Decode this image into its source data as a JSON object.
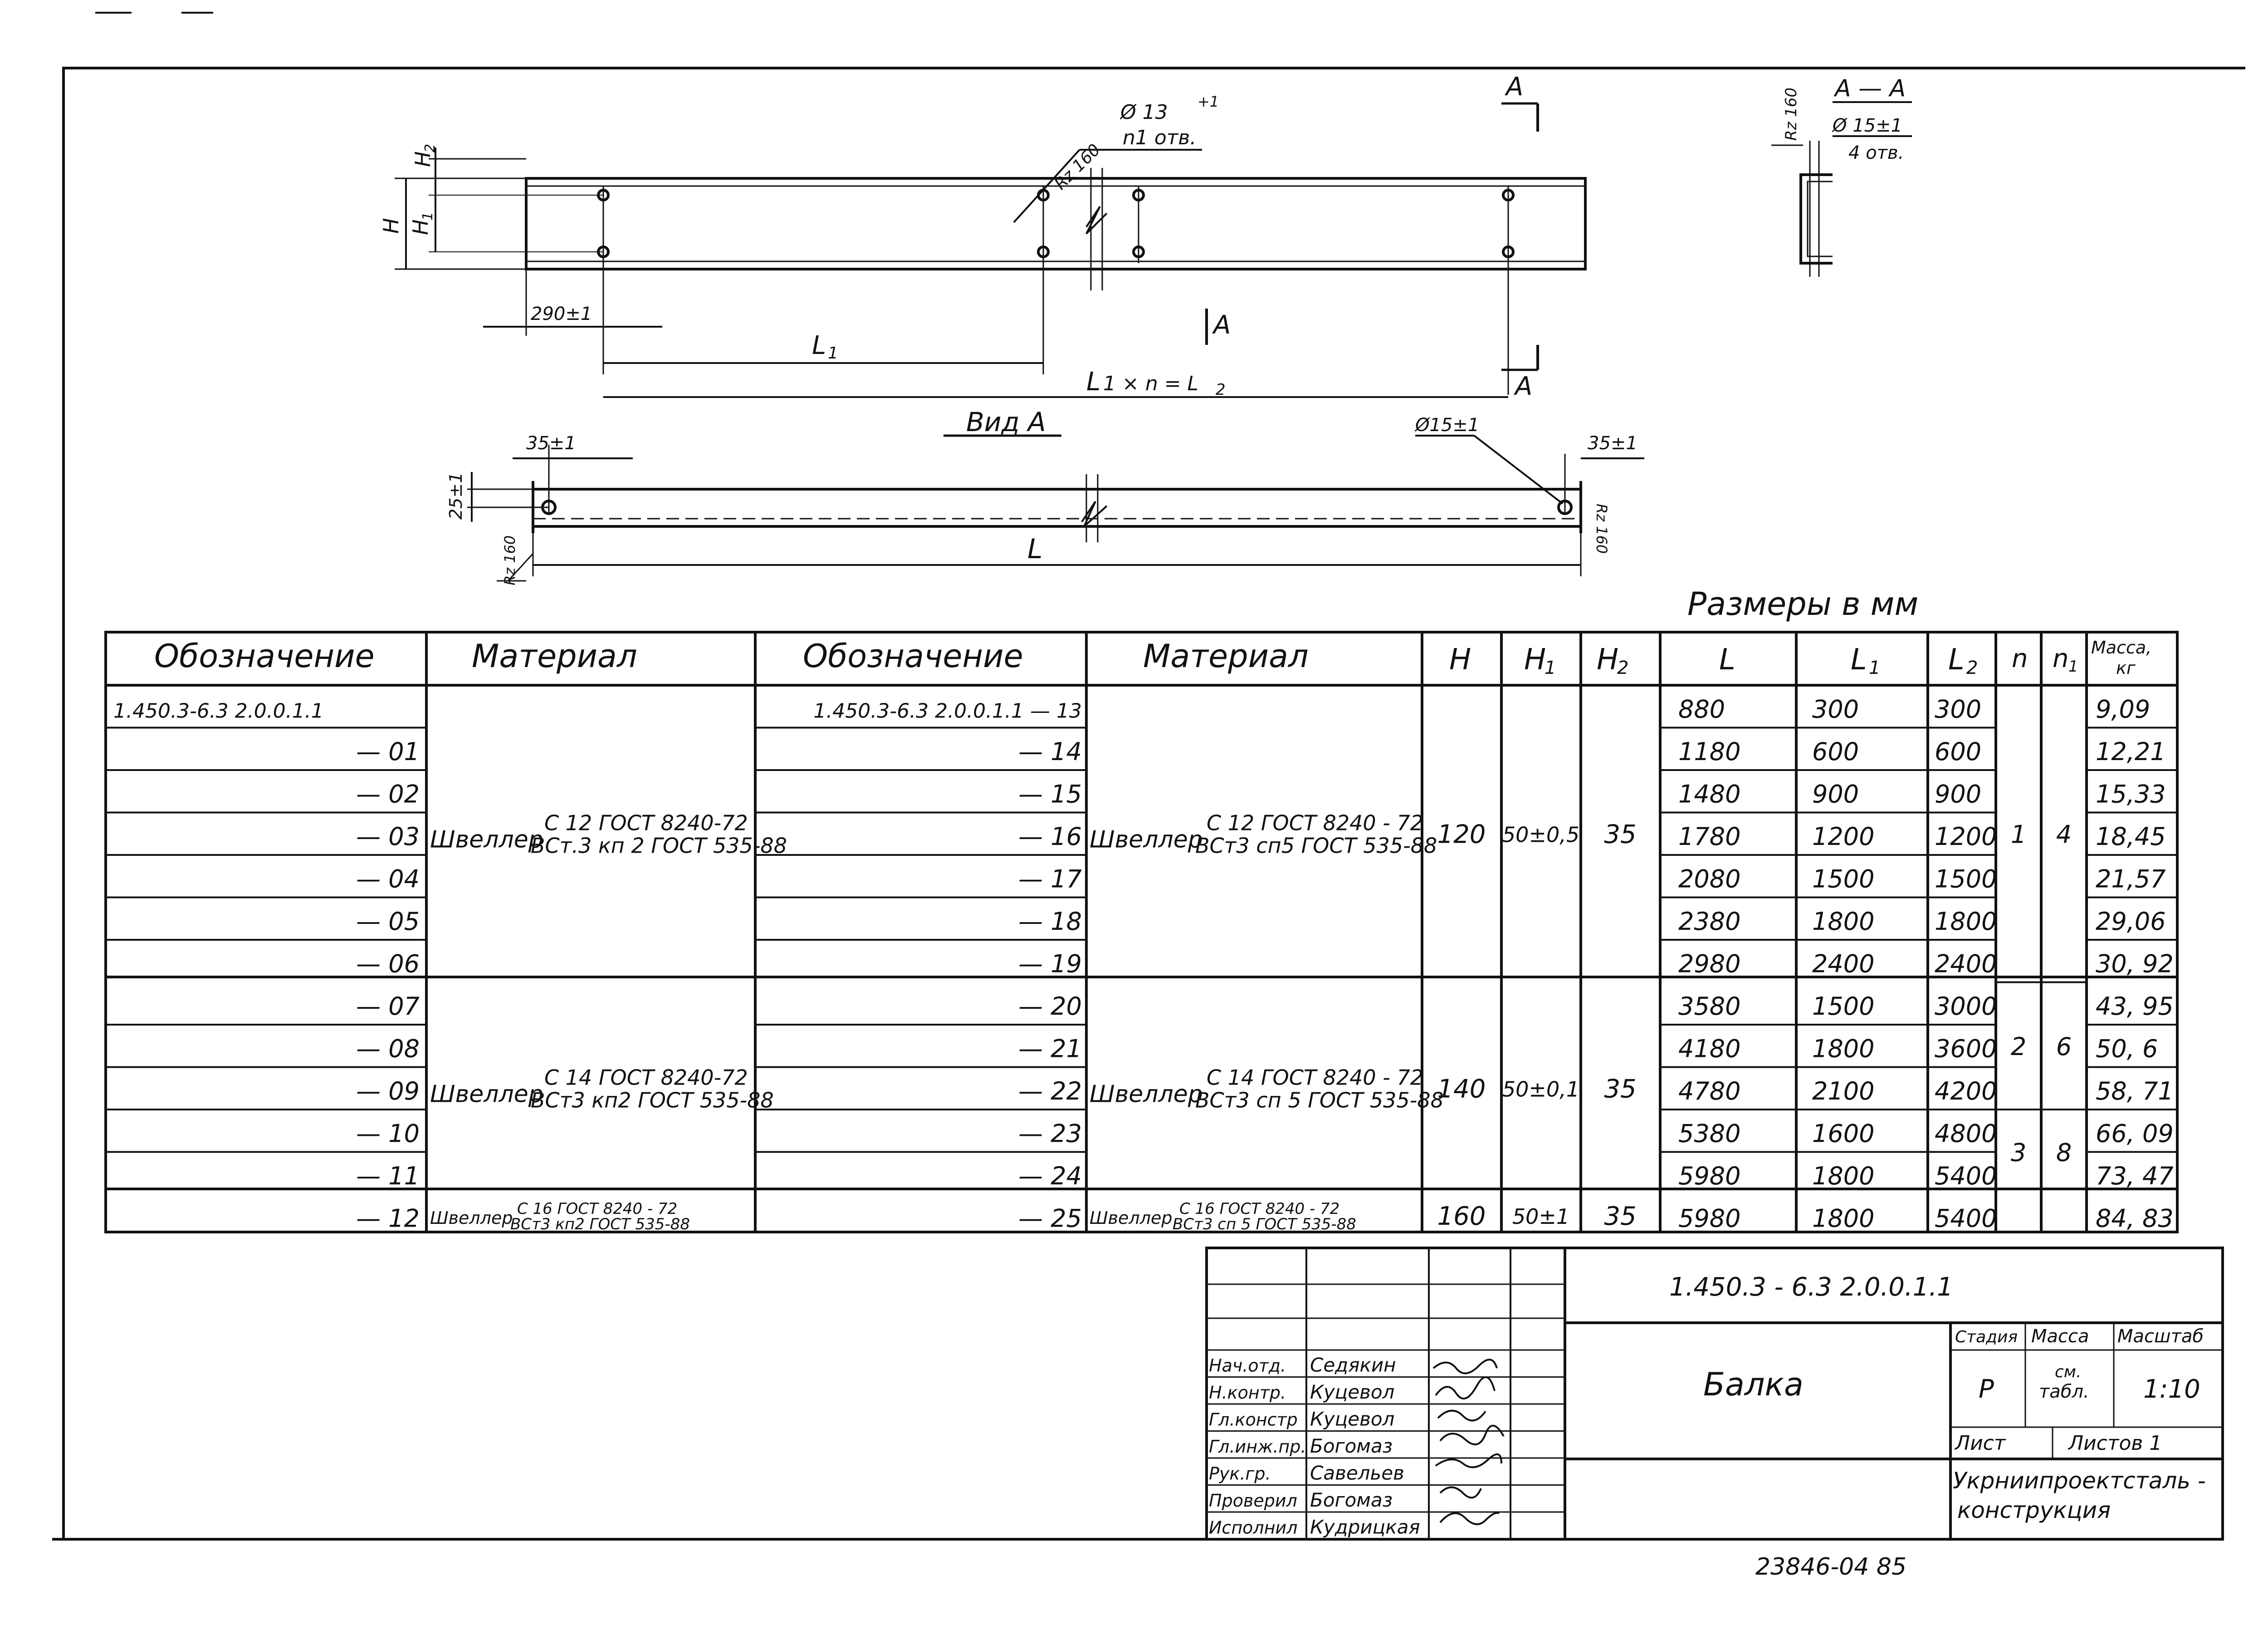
{
  "drawing": {
    "dims": {
      "H": "H",
      "H1": "H",
      "H1_sub": "1",
      "H2": "H",
      "H2_sub": "2",
      "rz_top": "Rz 160",
      "hole_dia_top": "Ø 13",
      "hole_tol_top": "+1",
      "hole_count_top": "n1 отв.",
      "offset_290": "290±1",
      "L1": "L",
      "L1_sub": "1",
      "L1xn": "L",
      "L1xn_mid": "1 × n = L",
      "L1xn_sub": "2",
      "section_mark": "A",
      "section_title": "A — A",
      "section_rz": "Rz 160",
      "section_hole": "Ø 15±1",
      "section_holes": "4 отв.",
      "view_title": "Вид A",
      "dim_35_left": "35±1",
      "dim_35_right": "35±1",
      "dim_25": "25±1",
      "hole_15": "Ø15±1",
      "rz_left": "Rz 160",
      "rz_right": "Rz 160",
      "L": "L"
    }
  },
  "table": {
    "sizes_note": "Размеры в мм",
    "headers": {
      "oboznachenie1": "Обозначение",
      "material1": "Материал",
      "oboznachenie2": "Обозначение",
      "material2": "Материал",
      "H": "H",
      "H1": "H",
      "H1_sub": "1",
      "H2": "H",
      "H2_sub": "2",
      "L": "L",
      "L1": "L",
      "L1_sub": "1",
      "L2": "L",
      "L2_sub": "2",
      "n": "n",
      "n1": "n",
      "n1_sub": "1",
      "massa": "Масса,",
      "massa_unit": "кг"
    },
    "left_codes": [
      "1.450.3-6.3  2.0.0.1.1",
      "— 01",
      "— 02",
      "— 03",
      "— 04",
      "— 05",
      "— 06",
      "— 07",
      "— 08",
      "— 09",
      "— 10",
      "— 11",
      "— 12"
    ],
    "right_codes": [
      "1.450.3-6.3  2.0.0.1.1 — 13",
      "— 14",
      "— 15",
      "— 16",
      "— 17",
      "— 18",
      "— 19",
      "— 20",
      "— 21",
      "— 22",
      "— 23",
      "— 24",
      "— 25"
    ],
    "material_groups": [
      {
        "prefix": "Швеллер",
        "top": "C 12 ГОСТ 8240-72",
        "bottom": "ВСт.3 кп 2 ГОСТ 535-88"
      },
      {
        "prefix": "Швеллер",
        "top": "C 14 ГОСТ 8240-72",
        "bottom": "ВСт3 кп2 ГОСТ 535-88"
      },
      {
        "prefix": "Швеллер",
        "top": "C 16 ГОСТ 8240 - 72",
        "bottom": "ВСт3 кп2 ГОСТ 535-88"
      }
    ],
    "material_groups_right": [
      {
        "prefix": "Швеллер",
        "top": "C 12 ГОСТ 8240 - 72",
        "bottom": "ВСт3 сп5 ГОСТ 535-88"
      },
      {
        "prefix": "Швеллер",
        "top": "C 14 ГОСТ 8240 - 72",
        "bottom": "ВСт3 сп 5 ГОСТ 535-88"
      },
      {
        "prefix": "Швеллер",
        "top": "C 16 ГОСТ 8240 - 72",
        "bottom": "ВСт3 сп 5 ГОСТ 535-88"
      }
    ],
    "groups_H": [
      {
        "H": "120",
        "H1": "50±0,5",
        "H2": "35"
      },
      {
        "H": "140",
        "H1": "50±0,1",
        "H2": "35"
      },
      {
        "H": "160",
        "H1": "50±1",
        "H2": "35"
      }
    ],
    "rows": [
      {
        "L": "880",
        "L1": "300",
        "L2": "300",
        "m": "9,09"
      },
      {
        "L": "1180",
        "L1": "600",
        "L2": "600",
        "m": "12,21"
      },
      {
        "L": "1480",
        "L1": "900",
        "L2": "900",
        "m": "15,33"
      },
      {
        "L": "1780",
        "L1": "1200",
        "L2": "1200",
        "m": "18,45"
      },
      {
        "L": "2080",
        "L1": "1500",
        "L2": "1500",
        "m": "21,57"
      },
      {
        "L": "2380",
        "L1": "1800",
        "L2": "1800",
        "m": "29,06"
      },
      {
        "L": "2980",
        "L1": "2400",
        "L2": "2400",
        "m": "30, 92"
      },
      {
        "L": "3580",
        "L1": "1500",
        "L2": "3000",
        "m": "43, 95"
      },
      {
        "L": "4180",
        "L1": "1800",
        "L2": "3600",
        "m": "50, 6"
      },
      {
        "L": "4780",
        "L1": "2100",
        "L2": "4200",
        "m": "58, 71"
      },
      {
        "L": "5380",
        "L1": "1600",
        "L2": "4800",
        "m": "66, 09"
      },
      {
        "L": "5980",
        "L1": "1800",
        "L2": "5400",
        "m": "73, 47"
      },
      {
        "L": "5980",
        "L1": "1800",
        "L2": "5400",
        "m": "84, 83"
      }
    ],
    "n_groups": [
      {
        "n": "1",
        "n1": "4"
      },
      {
        "n": "2",
        "n1": "6"
      },
      {
        "n": "3",
        "n1": "8"
      }
    ]
  },
  "title_block": {
    "doc_code": "1.450.3 - 6.3  2.0.0.1.1",
    "name": "Балка",
    "stadia_label": "Стадия",
    "massa_label": "Масса",
    "masshtab_label": "Масштаб",
    "stadia": "Р",
    "massa_top": "см.",
    "massa_bottom": "табл.",
    "masshtab": "1:10",
    "list_label": "Лист",
    "listov_label": "Листов 1",
    "org_line1": "Укрниипроектсталь -",
    "org_line2": "конструкция",
    "roles": [
      {
        "role": "Нач.отд.",
        "name": "Седякин"
      },
      {
        "role": "Н.контр.",
        "name": "Куцевол"
      },
      {
        "role": "Гл.констр",
        "name": "Куцевол"
      },
      {
        "role": "Гл.инж.пр.",
        "name": "Богомаз"
      },
      {
        "role": "Рук.гр.",
        "name": "Савельев"
      },
      {
        "role": "Проверил",
        "name": "Богомаз"
      },
      {
        "role": "Исполнил",
        "name": "Кудрицкая"
      }
    ]
  },
  "footer": {
    "archive_number": "23846-04   85"
  }
}
